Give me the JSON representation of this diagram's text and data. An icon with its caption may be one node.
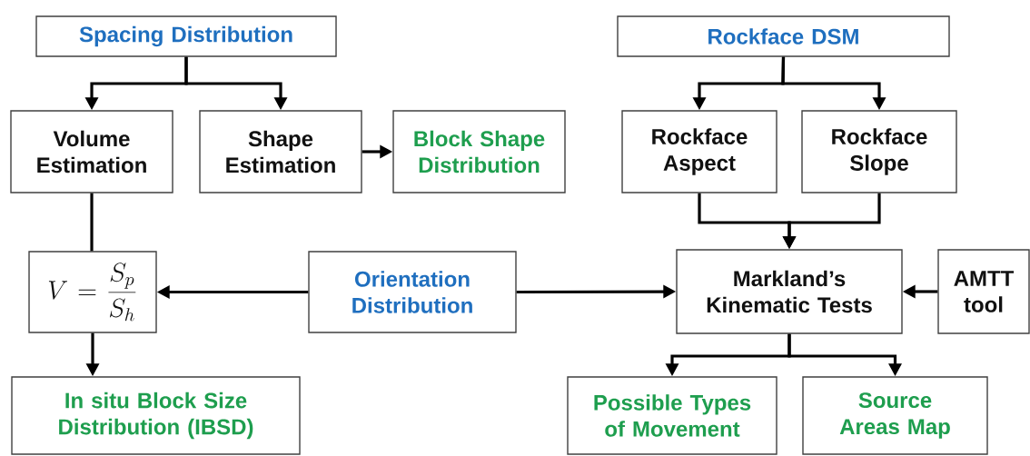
{
  "diagram": {
    "nodes": [
      {
        "text": [
          "Spacing Distribution"
        ]
      },
      {
        "text": [
          "Volume Estimation"
        ]
      },
      {
        "text": [
          "Shape Estimation"
        ]
      },
      {
        "text": [
          "Block Shape Distribution"
        ]
      },
      {
        "text": [
          "V = \\frac{S_p}{S_h}"
        ]
      },
      {
        "text": [
          "Orientation Distribution"
        ]
      },
      {
        "text": [
          "In situ Block Size Distribution (IBSD)"
        ]
      },
      {
        "text": [
          "Rockface DSM"
        ]
      },
      {
        "text": [
          "Rockface Aspect"
        ]
      },
      {
        "text": [
          "Rockface Slope"
        ]
      },
      {
        "text": [
          "Markland’s Kinematic Tests"
        ]
      },
      {
        "text": [
          "AMTT tool"
        ]
      },
      {
        "text": [
          "Possible Types of Movement"
        ]
      },
      {
        "text": [
          "Source Areas Map"
        ]
      }
    ],
    "edges": [
      {
        "from": 0,
        "to": 1,
        "arrow": "to"
      },
      {
        "from": 0,
        "to": 2,
        "arrow": "to"
      },
      {
        "from": 1,
        "to": 4,
        "arrow": "none"
      },
      {
        "from": 2,
        "to": 3,
        "arrow": "to"
      },
      {
        "from": 5,
        "to": 4,
        "arrow": "to"
      },
      {
        "from": 5,
        "to": 10,
        "arrow": "to"
      },
      {
        "from": 4,
        "to": 6,
        "arrow": "to"
      },
      {
        "from": 7,
        "to": 8,
        "arrow": "to"
      },
      {
        "from": 7,
        "to": 9,
        "arrow": "to"
      },
      {
        "from": 8,
        "to": 10,
        "arrow": "to"
      },
      {
        "from": 9,
        "to": 10,
        "arrow": "to"
      },
      {
        "from": 11,
        "to": 10,
        "arrow": "to"
      },
      {
        "from": 10,
        "to": 12,
        "arrow": "to"
      },
      {
        "from": 10,
        "to": 13,
        "arrow": "to"
      }
    ]
  }
}
